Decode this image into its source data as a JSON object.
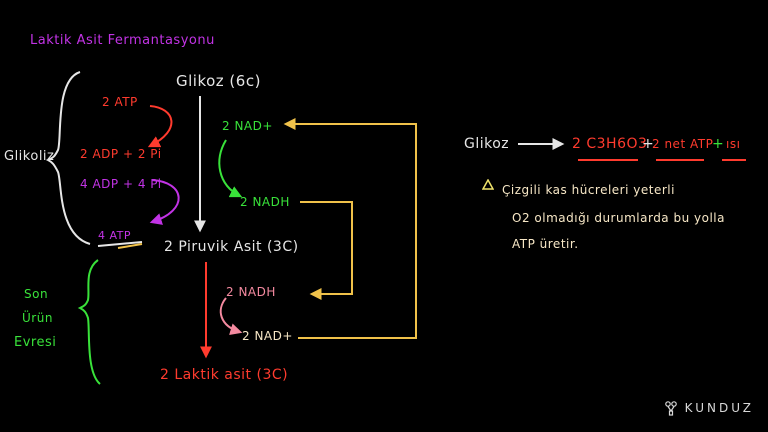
{
  "title": "Laktik Asit Fermantasyonu",
  "left_labels": {
    "glikoliz": "Glikoliz",
    "son_urun_line1": "Son",
    "son_urun_line2": "Ürün",
    "son_urun_line3": "Evresi"
  },
  "center": {
    "glikoz": "Glikoz (6c)",
    "piruvik": "2 Piruvik Asit (3C)",
    "laktik": "2 Laktik asit (3C)"
  },
  "atp_cycle": {
    "atp2": "2 ATP",
    "adp_pi": "2 ADP + 2 Pi",
    "adp4_pi": "4 ADP + 4 Pi",
    "atp4": "4 ATP"
  },
  "nad_cycle": {
    "nad_plus_top": "2 NAD+",
    "nadh_top": "2 NADH",
    "nadh_bottom": "2 NADH",
    "nad_plus_bottom": "2 NAD+"
  },
  "equation": {
    "left": "Glikoz",
    "product": "2 C3H6O3",
    "plus1": "+",
    "net_atp": "2 net ATP",
    "plus2": "+",
    "heat": "ısı"
  },
  "note": {
    "line1": "Çizgili kas hücreleri yeterli",
    "line2": "O2 olmadığı durumlarda bu yolla",
    "line3": "ATP üretir."
  },
  "brand": "KUNDUZ",
  "colors": {
    "background": "#000000",
    "title": "#c233e5",
    "red": "#ff3b2e",
    "green": "#39e23a",
    "yellow": "#f0c24a",
    "white": "#e6e6e6",
    "pink": "#f48aa0",
    "purple": "#c233e5",
    "pale": "#f7e7c6"
  },
  "icons": [
    "kunduz-logo-icon",
    "warning-triangle-icon"
  ]
}
